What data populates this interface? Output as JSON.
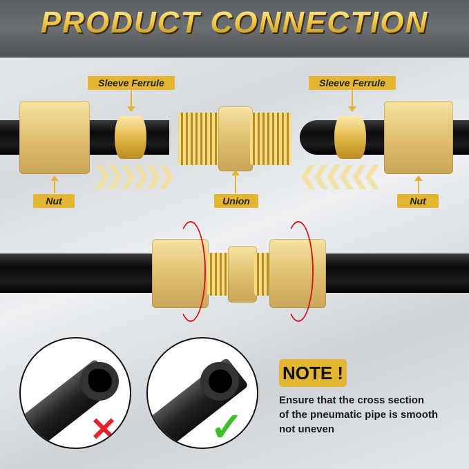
{
  "header": {
    "title": "PRODUCT CONNECTION"
  },
  "exploded_view": {
    "labels": {
      "left_ferrule": "Sleeve Ferrule",
      "right_ferrule": "Sleeve Ferrule",
      "left_nut": "Nut",
      "union": "Union",
      "right_nut": "Nut"
    },
    "chevrons_right": "❯❯❯❯❯❯",
    "chevrons_left": "❮❮❮❮❮❮"
  },
  "comparison": {
    "bad_mark": "✕",
    "good_mark": "✓",
    "bad_color": "#e3242b",
    "good_color": "#3fbf2a"
  },
  "note": {
    "badge": "NOTE !",
    "lines": [
      "Ensure that the cross section",
      "of the pneumatic pipe is smooth",
      "not uneven"
    ]
  },
  "colors": {
    "brass_label": "#e4b531",
    "header_bg": "#5f6267",
    "rotation_arrow": "#d9141a"
  }
}
